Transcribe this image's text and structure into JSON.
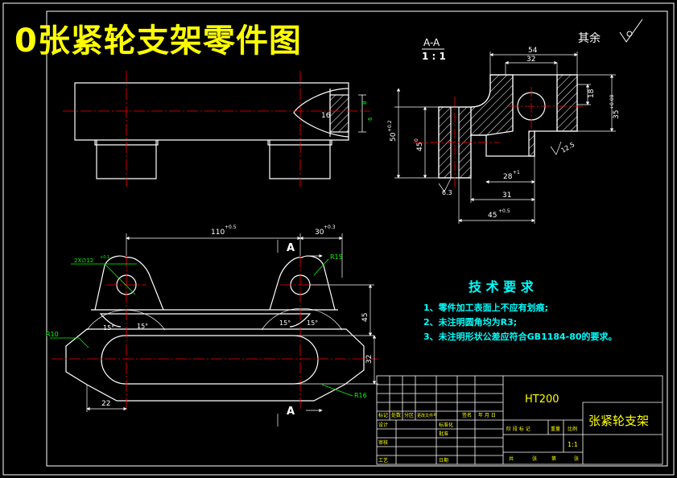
{
  "title": "0张紧轮支架零件图",
  "section_label": "A-A",
  "section_scale": "1 : 1",
  "roughness_other": "其余",
  "section_view": {
    "dims": {
      "d54": "54",
      "d32": "32",
      "d18": "18",
      "d35": "35",
      "d35_tol": "+0.08",
      "d50": "50",
      "d50_tol": "+0.2",
      "d45": "45",
      "d45_tol": "0",
      "d28": "28",
      "d28_tol": "+1",
      "d31": "31",
      "d45b": "45",
      "d45b_tol": "+0.5",
      "r6_3": "6.3",
      "r12_5": "12.5"
    }
  },
  "top_view": {
    "dims": {
      "d16": "16",
      "d8": "8",
      "d6": "6"
    }
  },
  "front_view": {
    "dims": {
      "d110": "110",
      "d110_tol": "+0.5",
      "d30": "30",
      "d30_tol": "+0.3",
      "angle15_a": "15°",
      "angle15_b": "15°",
      "angle15_c": "15°",
      "angle15_d": "15°",
      "d45": "45",
      "d22": "22",
      "d32": "32",
      "hole": "2X∅12",
      "hole_tol": "+0.1",
      "r15": "R15",
      "r10": "R10",
      "r16": "R16",
      "sec_a_top": "A",
      "sec_a_bottom": "A"
    }
  },
  "tech_req": {
    "heading": "技 术 要 求",
    "items": [
      "1、零件加工表面上不应有划痕;",
      "2、未注明圆角均为R3;",
      "3、未注明形状公差应符合GB1184-80的要求。"
    ]
  },
  "title_block": {
    "material": "HT200",
    "part_name": "张紧轮支架",
    "scale": "1:1",
    "rev_headers": [
      "标记",
      "处数",
      "分区",
      "更改文件号",
      "签名",
      "年 月 日"
    ],
    "left_roles": [
      "设计",
      "",
      "审核",
      "工艺"
    ],
    "mid_roles": [
      "标准化",
      "批准",
      "",
      "日期"
    ],
    "stage_headers": [
      "阶 段 标 记",
      "重量",
      "比例"
    ],
    "sheet_labels": [
      "共",
      "张",
      "第",
      "张"
    ]
  },
  "colors": {
    "background": "#000000",
    "outline": "#ffffff",
    "centerline": "#ff0000",
    "dimension": "#ffffff",
    "hatch": "#ffffff",
    "tech_text": "#00ffff",
    "title_text": "#ffff00",
    "callout": "#00ff00",
    "frame": "#ffffff"
  }
}
